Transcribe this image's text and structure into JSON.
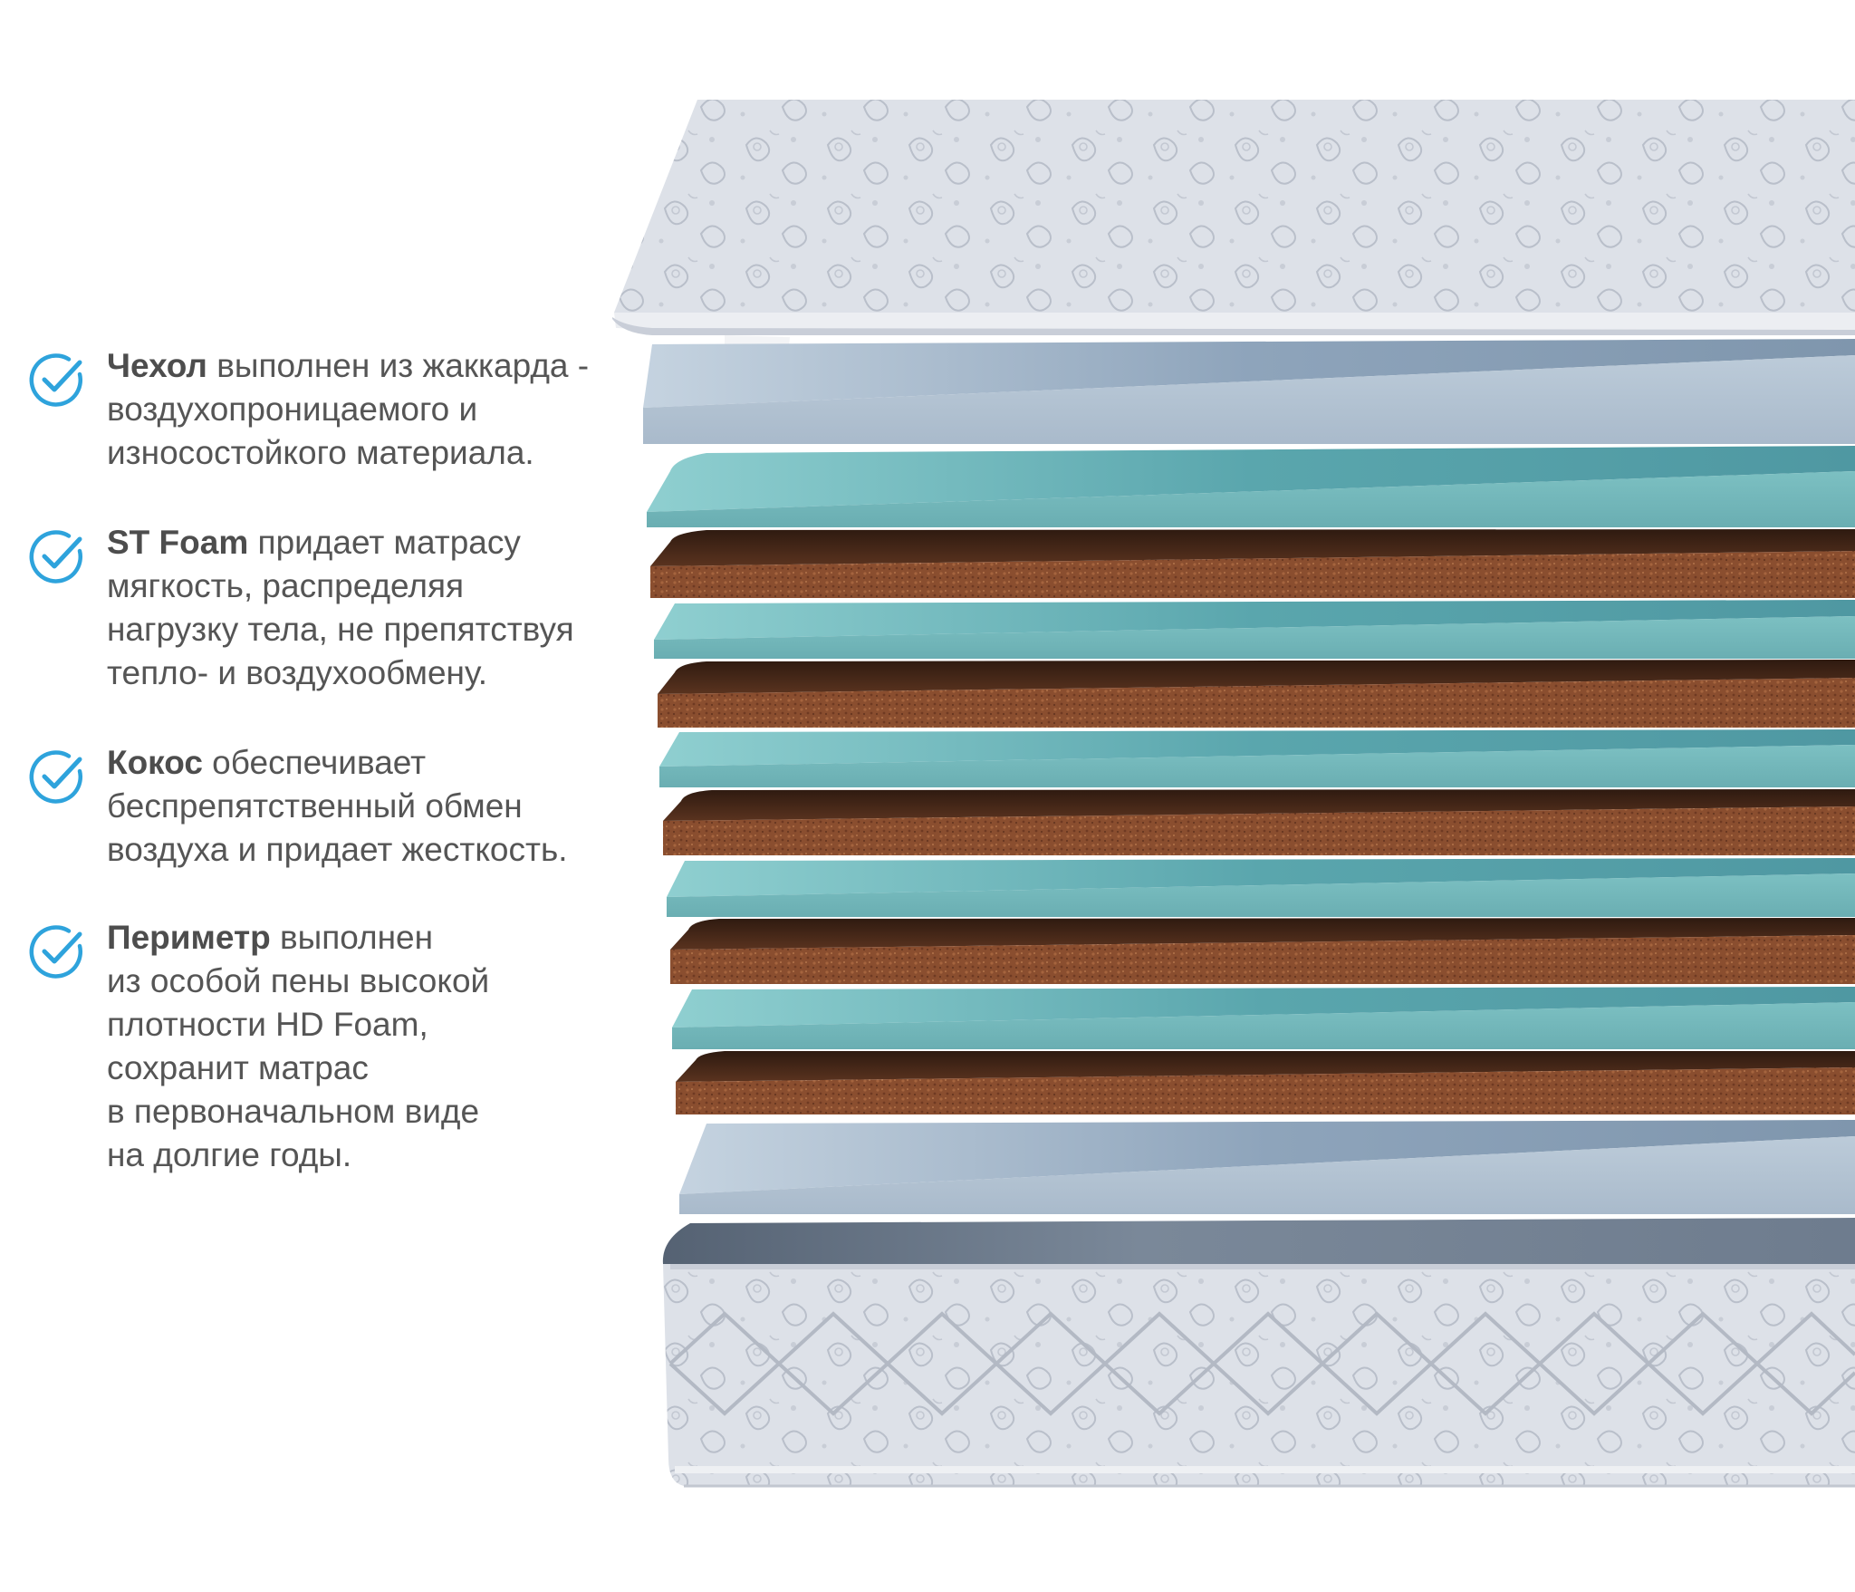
{
  "colors": {
    "text": "#555555",
    "check_icon": "#2ea3dc",
    "cover_fabric": "#d9dde4",
    "light_foam": "#aebfcf",
    "st_foam": "#79b8bc",
    "coconut": "#8b4f30"
  },
  "icons": {
    "bullet": "check-circle-icon"
  },
  "features": [
    {
      "bold": "Чехол",
      "first_rest": " выполнен из жаккарда -",
      "lines": [
        "воздухопроницаемого и",
        "износостойкого материала."
      ]
    },
    {
      "bold": "ST Foam",
      "first_rest": " придает матрасу",
      "lines": [
        "мягкость, распределяя",
        "нагрузку тела, не препятствуя",
        "тепло- и воздухообмену."
      ]
    },
    {
      "bold": "Кокос",
      "first_rest": " обеспечивает",
      "lines": [
        "беспрепятственный обмен",
        "воздуха и придает жесткость."
      ]
    },
    {
      "bold": "Периметр",
      "first_rest": " выполнен",
      "lines": [
        "из особой пены высокой",
        "плотности HD Foam,",
        "сохранит матрас",
        "в первоначальном виде",
        "на долгие годы."
      ]
    }
  ]
}
